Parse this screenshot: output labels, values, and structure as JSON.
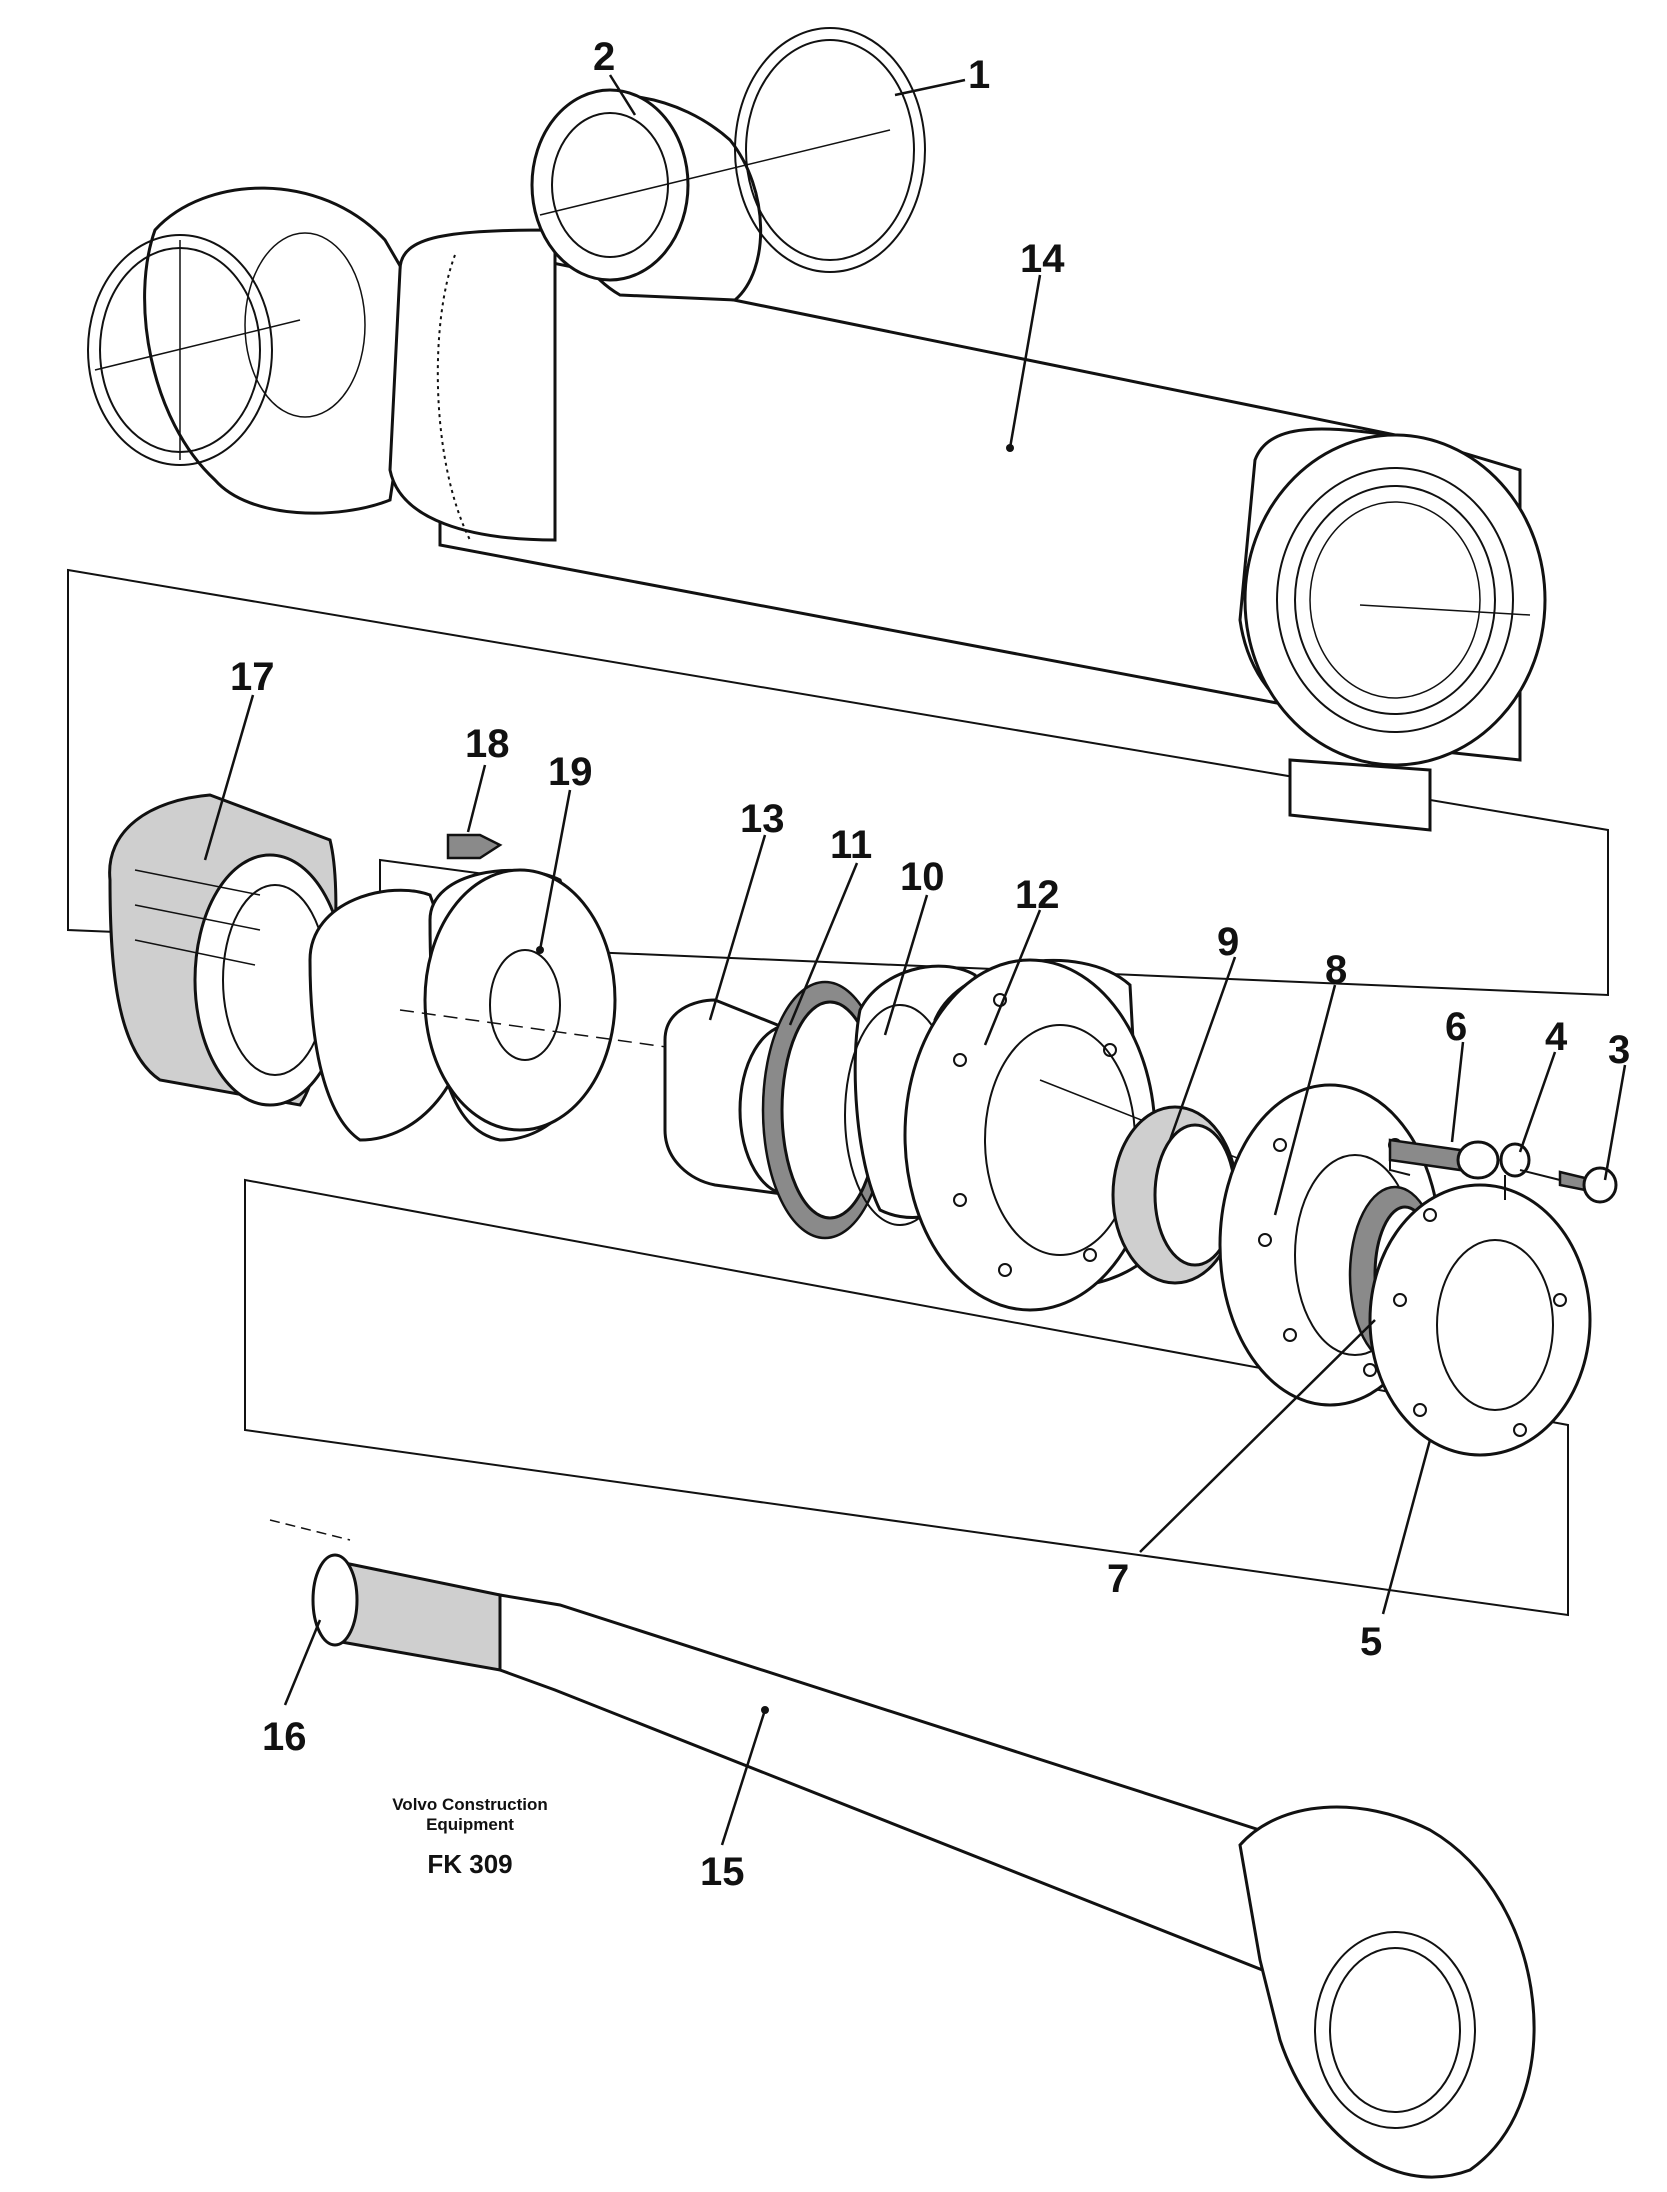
{
  "callouts": [
    "1",
    "2",
    "3",
    "4",
    "5",
    "6",
    "7",
    "8",
    "9",
    "10",
    "11",
    "12",
    "13",
    "14",
    "15",
    "16",
    "17",
    "18",
    "19"
  ],
  "credit": {
    "company_line1": "Volvo Construction",
    "company_line2": "Equipment",
    "code": "FK 309"
  }
}
